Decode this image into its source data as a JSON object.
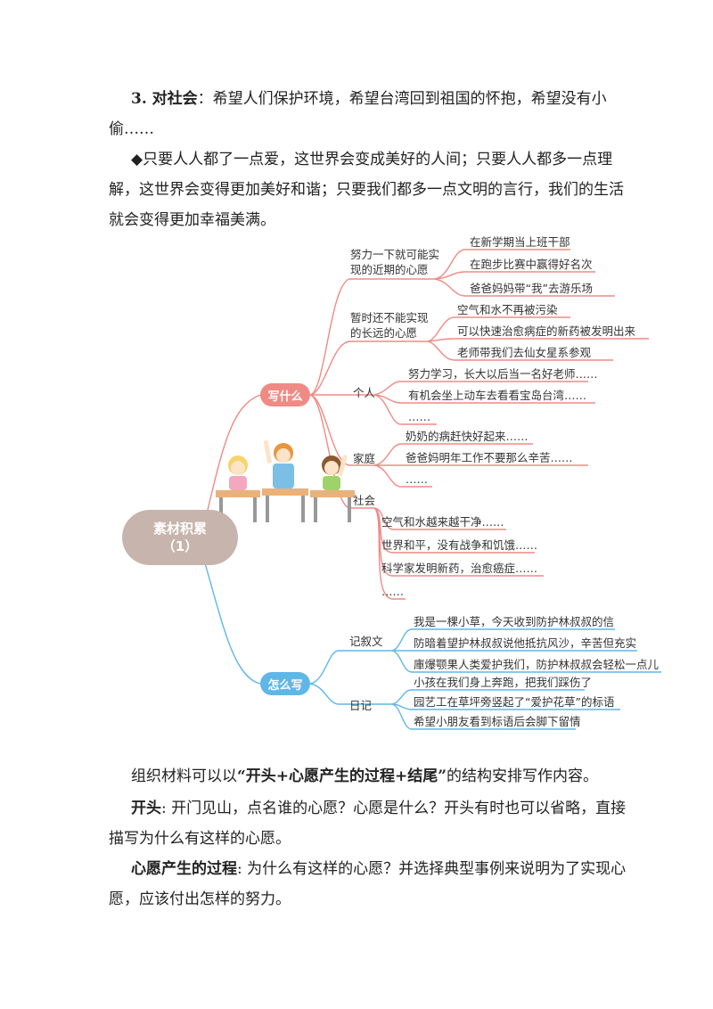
{
  "intro": {
    "line1_bold": "3. 对社会",
    "line1_rest": "：希望人们保护环境，希望台湾回到祖国的怀抱，希望没有小",
    "line2": "偷……",
    "line3": "◆只要人人都了一点爱，这世界会变成美好的人间；只要人人都多一点理",
    "line4": "解，这世界会变得更加美好和谐；只要我们都多一点文明的言行，我们的生活",
    "line5": "就会变得更加幸福美满。"
  },
  "mindmap": {
    "root_line1": "素材积累",
    "root_line2": "（1）",
    "what": {
      "label": "写什么",
      "near_label_1": "努力一下就可能实",
      "near_label_2": "现的近期的心愿",
      "near_items": [
        "在新学期当上班干部",
        "在跑步比赛中赢得好名次",
        "爸爸妈妈带“我”去游乐场"
      ],
      "far_label_1": "暂时还不能实现",
      "far_label_2": "的长远的心愿",
      "far_items": [
        "空气和水不再被污染",
        "可以快速治愈病症的新药被发明出来",
        "老师带我们去仙女星系参观"
      ],
      "personal_label": "个人",
      "personal_items": [
        "努力学习，长大以后当一名好老师……",
        "有机会坐上动车去看看宝岛台湾……",
        "……"
      ],
      "family_label": "家庭",
      "family_items": [
        "奶奶的病赶快好起来……",
        "爸爸妈明年工作不要那么辛苦……",
        "……"
      ],
      "society_label": "社会",
      "society_items": [
        "空气和水越来越干净……",
        "世界和平，没有战争和饥饿……",
        "科学家发明新药，治愈癌症……",
        "……"
      ]
    },
    "how": {
      "label": "怎么写",
      "narrative_label": "记叙文",
      "narrative_items": [
        "我是一棵小草，今天收到防护林叔叔的信",
        "防暗着望护林叔叔说他抵抗风沙，辛苦但充实",
        "庫爆颚果人类爱护我们，防护林叔叔会轻松一点儿"
      ],
      "diary_label": "日记",
      "diary_items": [
        "小孩在我们身上奔跑，把我们踩伤了",
        "园艺工在草坪旁竖起了“爱护花草”的标语",
        "希望小朋友看到标语后会脚下留情"
      ]
    },
    "colors": {
      "what": "#f08a85",
      "how": "#5fb7e8",
      "root": "#c7b4ac"
    }
  },
  "outro": {
    "line1_pre": "组织材料可以以",
    "line1_bold": "“开头+心愿产生的过程+结尾”",
    "line1_post": "的结构安排写作内容。",
    "line2_bold": "开头",
    "line2_rest": ": 开门见山，点名谁的心愿？心愿是什么？开头有时也可以省略，直接",
    "line3": "描写为什么有这样的心愿。",
    "line4_bold": "心愿产生的过程",
    "line4_rest": ": 为什么有这样的心愿？并选择典型事例来说明为了实现心",
    "line5": "愿，应该付出怎样的努力。"
  }
}
